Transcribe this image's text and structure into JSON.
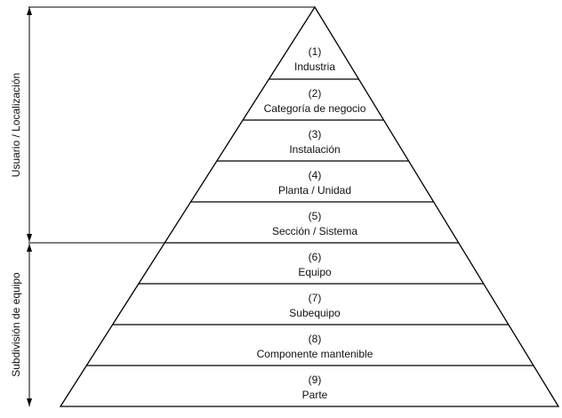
{
  "diagram": {
    "levels": [
      {
        "number": "(1)",
        "name": "Industria"
      },
      {
        "number": "(2)",
        "name": "Categoría de negocio"
      },
      {
        "number": "(3)",
        "name": "Instalación"
      },
      {
        "number": "(4)",
        "name": "Planta / Unidad"
      },
      {
        "number": "(5)",
        "name": "Sección / Sistema"
      },
      {
        "number": "(6)",
        "name": "Equipo"
      },
      {
        "number": "(7)",
        "name": "Subequipo"
      },
      {
        "number": "(8)",
        "name": "Componente mantenible"
      },
      {
        "number": "(9)",
        "name": "Parte"
      }
    ],
    "groups": [
      {
        "label": "Usuario / Localización",
        "from_level": 1,
        "to_level": 5
      },
      {
        "label": "Subdivisión de equipo",
        "from_level": 6,
        "to_level": 9
      }
    ],
    "colors": {
      "line": "#000000",
      "text": "#111111",
      "background": "#ffffff"
    }
  }
}
